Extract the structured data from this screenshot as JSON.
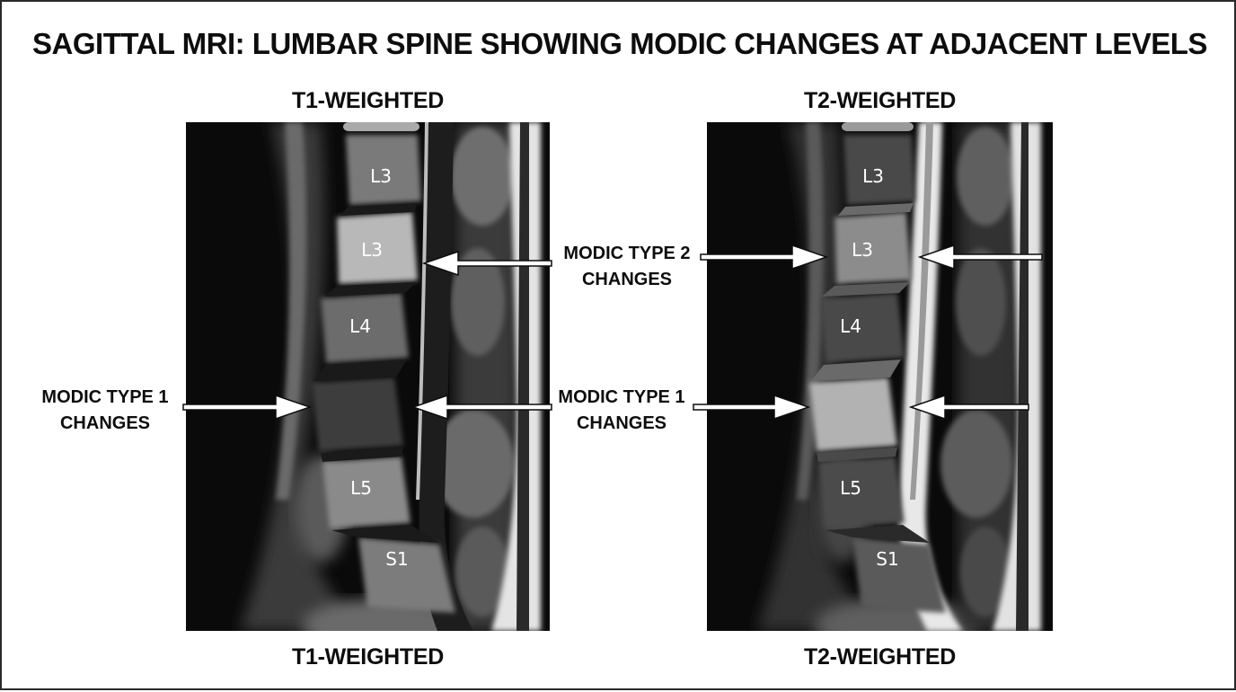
{
  "title": "SAGITTAL MRI: LUMBAR SPINE SHOWING MODIC CHANGES AT ADJACENT LEVELS",
  "panels": [
    {
      "top_label": "T1-WEIGHTED",
      "bottom_label": "T1-WEIGHTED",
      "vertebrae": [
        "L3",
        "L3",
        "L4",
        "L5",
        "S1"
      ]
    },
    {
      "top_label": "T2-WEIGHTED",
      "bottom_label": "T2-WEIGHTED",
      "vertebrae": [
        "L3",
        "L3",
        "L4",
        "L5",
        "S1"
      ]
    }
  ],
  "annotations": {
    "left_type1": {
      "line1": "MODIC TYPE 1",
      "line2": "CHANGES"
    },
    "mid_type2": {
      "line1": "MODIC TYPE 2",
      "line2": "CHANGES"
    },
    "mid_type1": {
      "line1": "MODIC TYPE 1",
      "line2": "CHANGES"
    }
  }
}
